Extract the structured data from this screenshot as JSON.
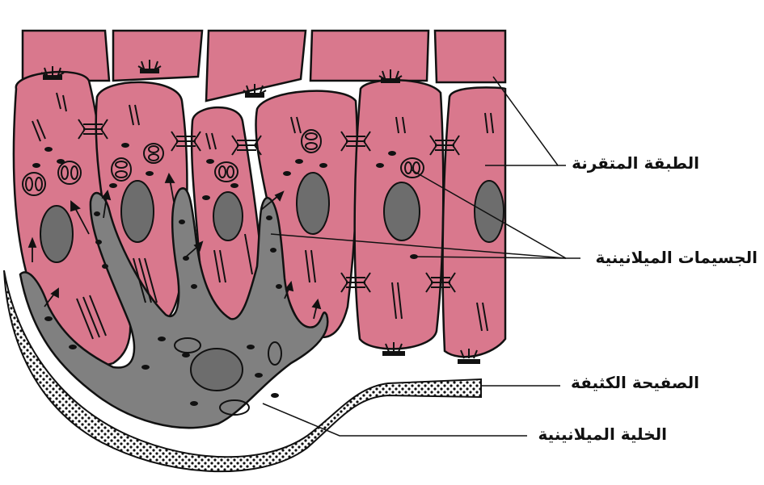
{
  "colors": {
    "keratinocyte": "#d9788d",
    "melanocyte": "#808080",
    "nucleus": "#6d6d6d",
    "outline": "#111111",
    "basement_dots": "#111111"
  },
  "labels": {
    "stratum_corneum": "الطبقة المتقرنة",
    "melanosomes": "الجسيمات الميلانينية",
    "basement_membrane": "الصفيحة الكثيفة",
    "melanocyte": "الخلية الميلانينية"
  }
}
